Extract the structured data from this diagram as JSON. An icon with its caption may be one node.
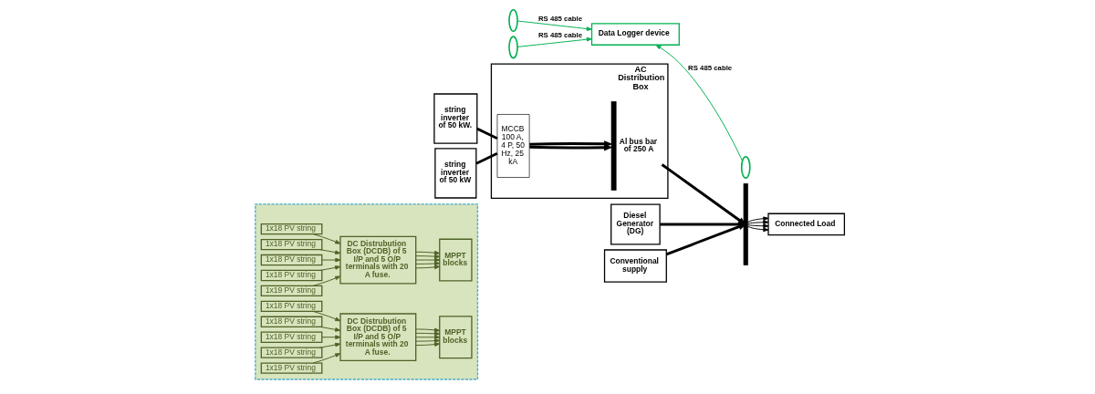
{
  "diagram": {
    "nodes": [
      {
        "text": [],
        "shape": "box"
      },
      {
        "text": [
          "1x18 PV string"
        ],
        "in": 0
      },
      {
        "text": [
          "1x18 PV string"
        ],
        "in": 0
      },
      {
        "text": [
          "1x18 PV string"
        ],
        "in": 0
      },
      {
        "text": [
          "1x18 PV string"
        ],
        "in": 0
      },
      {
        "text": [
          "1x19 PV string"
        ],
        "in": 0
      },
      {
        "text": [
          "DC Distrubution Box (DCDB) of 5 I/P and 5 O/P terminals with 20 A fuse."
        ],
        "in": 0
      },
      {
        "text": [
          "MPPT blocks"
        ],
        "in": 0
      },
      {
        "text": [
          "1x18 PV string"
        ],
        "in": 0
      },
      {
        "text": [
          "1x18 PV string"
        ],
        "in": 0
      },
      {
        "text": [
          "1x18 PV string"
        ],
        "in": 0
      },
      {
        "text": [
          "1x18 PV string"
        ],
        "in": 0
      },
      {
        "text": [
          "1x19 PV string"
        ],
        "in": 0
      },
      {
        "text": [
          "DC Distrubution Box (DCDB) of 5 I/P and 5 O/P terminals with 20 A fuse."
        ],
        "in": 0
      },
      {
        "text": [
          "MPPT blocks"
        ],
        "in": 0
      },
      {
        "text": [
          "string inverter of 50 kW."
        ]
      },
      {
        "text": [
          "string inverter of 50 kW"
        ]
      },
      {
        "text": [
          "AC Distribution Box"
        ]
      },
      {
        "text": [
          "MCCB 100 A, 4 P, 50 Hz, 25 kA"
        ],
        "in": 17
      },
      {
        "text": [],
        "shape": "bar",
        "beside": [
          "Al bus bar of 250 A"
        ],
        "in": 17
      },
      {
        "text": [
          "Diesel Generator (DG)"
        ]
      },
      {
        "text": [
          "Conventional supply"
        ]
      },
      {
        "text": [],
        "shape": "bar"
      },
      {
        "text": [
          "Connected Load"
        ]
      },
      {
        "text": [
          "Data Logger device"
        ]
      },
      {
        "text": [],
        "shape": "ellipse"
      },
      {
        "text": [],
        "shape": "ellipse"
      },
      {
        "text": [],
        "shape": "ellipse"
      }
    ],
    "edges": [
      {
        "from": 1,
        "to": 6,
        "arrow": "to"
      },
      {
        "from": 2,
        "to": 6,
        "arrow": "to"
      },
      {
        "from": 3,
        "to": 6,
        "arrow": "to"
      },
      {
        "from": 4,
        "to": 6,
        "arrow": "to"
      },
      {
        "from": 5,
        "to": 6,
        "arrow": "to"
      },
      {
        "from": 6,
        "to": 7,
        "arrow": "to"
      },
      {
        "from": 6,
        "to": 7,
        "arrow": "to"
      },
      {
        "from": 6,
        "to": 7,
        "arrow": "to"
      },
      {
        "from": 6,
        "to": 7,
        "arrow": "to"
      },
      {
        "from": 6,
        "to": 7,
        "arrow": "to"
      },
      {
        "from": 8,
        "to": 13,
        "arrow": "to"
      },
      {
        "from": 9,
        "to": 13,
        "arrow": "to"
      },
      {
        "from": 10,
        "to": 13,
        "arrow": "to"
      },
      {
        "from": 11,
        "to": 13,
        "arrow": "to"
      },
      {
        "from": 12,
        "to": 13,
        "arrow": "to"
      },
      {
        "from": 13,
        "to": 14,
        "arrow": "to"
      },
      {
        "from": 13,
        "to": 14,
        "arrow": "to"
      },
      {
        "from": 13,
        "to": 14,
        "arrow": "to"
      },
      {
        "from": 13,
        "to": 14,
        "arrow": "to"
      },
      {
        "from": 13,
        "to": 14,
        "arrow": "to"
      },
      {
        "from": 15,
        "to": 18,
        "arrow": "none",
        "style": "thick",
        "color": "#000000"
      },
      {
        "from": 18,
        "to": 19,
        "arrow": "to",
        "style": "thick",
        "color": "#000000"
      },
      {
        "from": 16,
        "to": 18,
        "arrow": "none",
        "style": "thick",
        "color": "#000000"
      },
      {
        "from": 18,
        "to": 19,
        "arrow": "to",
        "style": "thick",
        "color": "#000000"
      },
      {
        "from": 19,
        "to": 22,
        "arrow": "to",
        "style": "thick",
        "color": "#000000"
      },
      {
        "from": 20,
        "to": 22,
        "arrow": "to",
        "style": "thick",
        "color": "#000000"
      },
      {
        "from": 21,
        "to": 22,
        "arrow": "to",
        "style": "thick",
        "color": "#000000"
      },
      {
        "from": 22,
        "to": 23,
        "arrow": "to",
        "color": "#000000"
      },
      {
        "from": 22,
        "to": 23,
        "arrow": "to",
        "color": "#000000"
      },
      {
        "from": 22,
        "to": 23,
        "arrow": "to",
        "color": "#000000"
      },
      {
        "from": 22,
        "to": 23,
        "arrow": "to",
        "color": "#000000"
      },
      {
        "from": 25,
        "to": 24,
        "arrow": "to",
        "label": "RS 485 cable",
        "color": "#00b050"
      },
      {
        "from": 26,
        "to": 24,
        "arrow": "to",
        "label": "RS 485 cable",
        "color": "#00b050"
      },
      {
        "from": 27,
        "to": 24,
        "arrow": "to",
        "label": "RS 485 cable",
        "color": "#00b050"
      }
    ]
  }
}
